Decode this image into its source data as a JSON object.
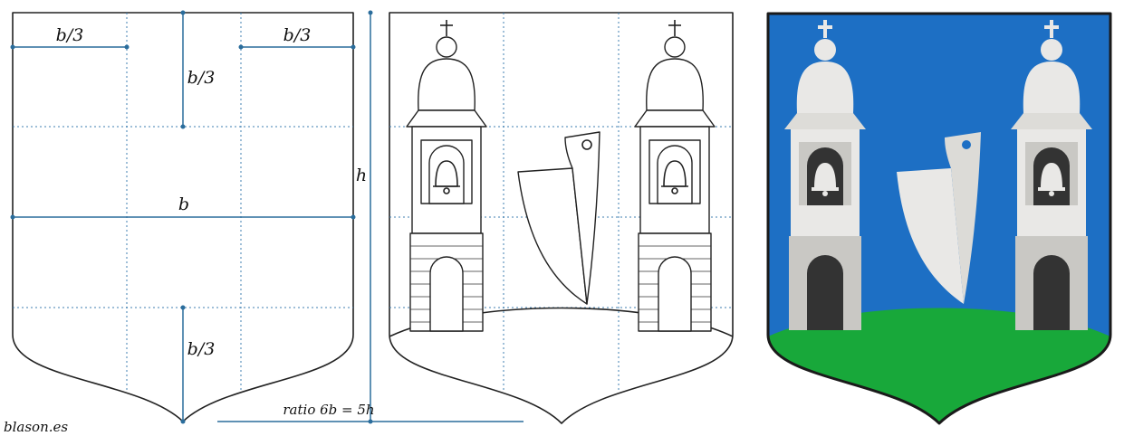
{
  "labels": {
    "chief_width": "b/3",
    "chief_width_right": "b/3",
    "chief_height": "b/3",
    "width": "b",
    "height": "h",
    "base_height": "b/3",
    "ratio": "ratio 6b = 5h"
  },
  "credit": "blason.es",
  "colors": {
    "field": "#1d6fc4",
    "mount": "#18a83a",
    "argent": "#e9e8e6",
    "masonry": "#c9c8c4",
    "opening": "#333333",
    "outline": "#1a1a1a",
    "guide": "#2a6d9c"
  }
}
